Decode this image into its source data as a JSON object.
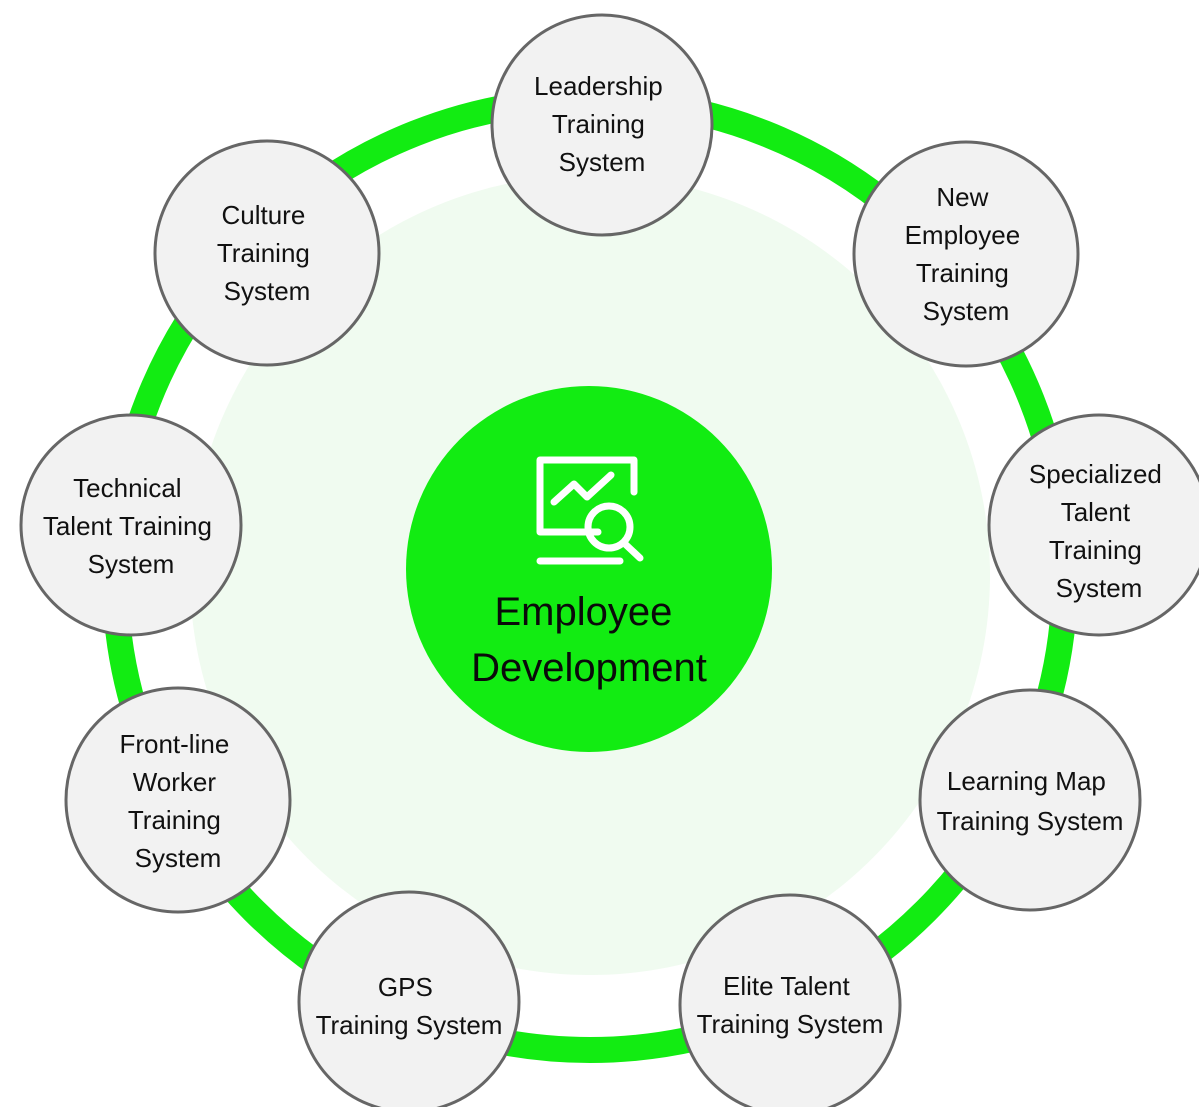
{
  "diagram": {
    "center": {
      "label_lines": [
        "Employee",
        "Development"
      ],
      "icon": "monitor-chart-search-icon",
      "color": "#12ec12"
    },
    "ring_color": "#12ec12",
    "inner_fill": "#f0fbf0",
    "node_fill": "#f2f2f2",
    "node_stroke": "#666666",
    "nodes": [
      {
        "id": "leadership",
        "label_lines": [
          "Leadership",
          "Training",
          "System"
        ]
      },
      {
        "id": "new-employee",
        "label_lines": [
          "New",
          "Employee",
          "Training",
          "System"
        ]
      },
      {
        "id": "specialized-talent",
        "label_lines": [
          "Specialized",
          "Talent",
          "Training",
          "System"
        ]
      },
      {
        "id": "learning-map",
        "label_lines": [
          "Learning Map",
          "Training System"
        ]
      },
      {
        "id": "elite-talent",
        "label_lines": [
          "Elite Talent",
          "Training System"
        ]
      },
      {
        "id": "gps",
        "label_lines": [
          "GPS",
          "Training System"
        ]
      },
      {
        "id": "front-line-worker",
        "label_lines": [
          "Front-line",
          "Worker",
          "Training",
          "System"
        ]
      },
      {
        "id": "technical-talent",
        "label_lines": [
          "Technical",
          "Talent Training",
          "System"
        ]
      },
      {
        "id": "culture",
        "label_lines": [
          "Culture",
          "Training",
          "System"
        ]
      }
    ]
  }
}
